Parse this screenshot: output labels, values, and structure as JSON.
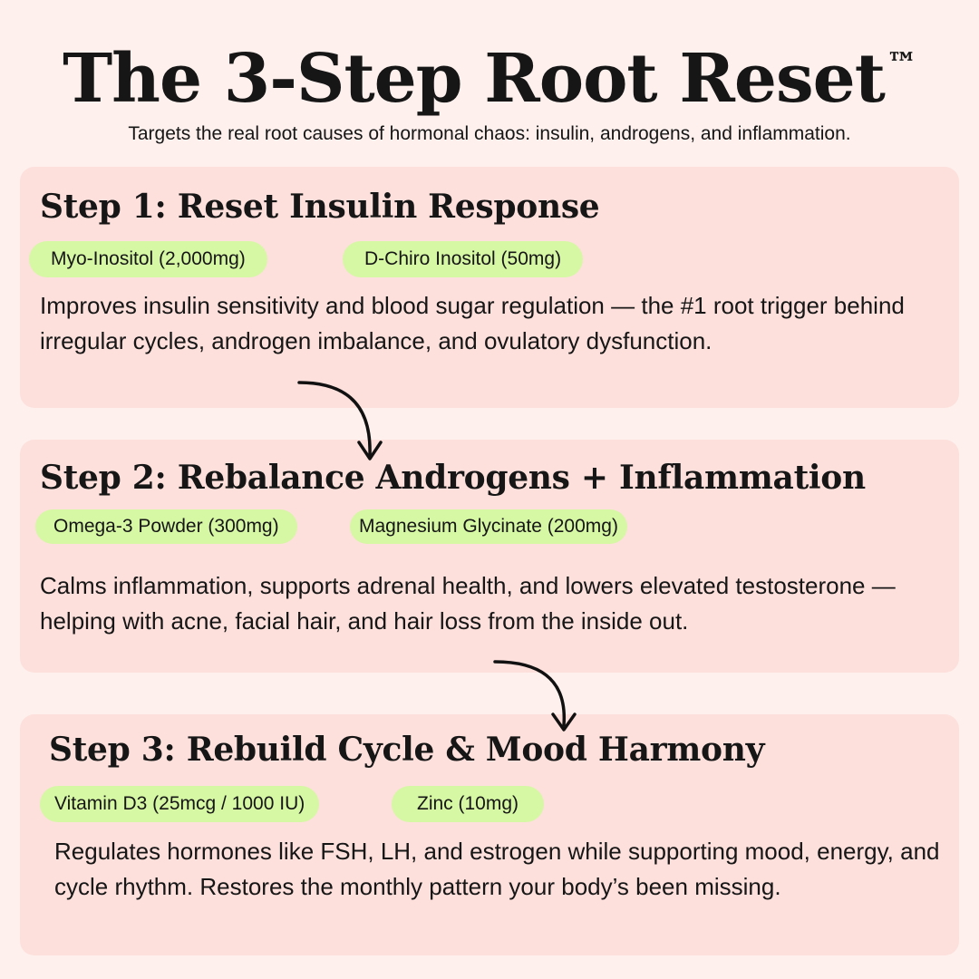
{
  "header": {
    "title": "The 3-Step Root Reset",
    "title_mark": "™",
    "subtitle": "Targets the real root causes of hormonal chaos: insulin, androgens, and inflammation."
  },
  "steps": [
    {
      "title": "Step 1: Reset Insulin Response",
      "ingredients": [
        "Myo-Inositol (2,000mg)",
        "D-Chiro Inositol (50mg)"
      ],
      "description": "Improves insulin sensitivity and blood sugar regulation — the #1 root trigger behind irregular cycles, androgen imbalance, and ovulatory dysfunction."
    },
    {
      "title": "Step 2: Rebalance Androgens + Inflammation",
      "ingredients": [
        "Omega-3 Powder (300mg)",
        "Magnesium Glycinate (200mg)"
      ],
      "description": "Calms inflammation, supports adrenal health, and lowers elevated testosterone — helping with acne, facial hair, and hair loss from the inside out."
    },
    {
      "title": "Step 3: Rebuild Cycle & Mood Harmony",
      "ingredients": [
        "Vitamin D3 (25mcg / 1000 IU)",
        "Zinc (10mg)"
      ],
      "description": "Regulates hormones like FSH, LH, and estrogen while supporting mood, energy, and cycle rhythm. Restores the monthly pattern your body’s been missing."
    }
  ],
  "colors": {
    "background": "#fdf0ed",
    "card": "#fde0dc",
    "pill": "#d6f7a4",
    "text": "#161616"
  }
}
